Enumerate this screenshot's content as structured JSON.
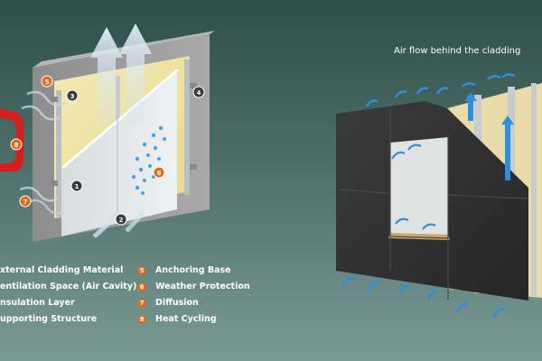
{
  "right_title": "Air flow behind the cladding",
  "badge_colors": {
    "dark": "#3a3a3a",
    "orange": "#e26a18"
  },
  "badges": [
    "1",
    "2",
    "3",
    "4",
    "5",
    "6",
    "7",
    "8"
  ],
  "legend_left": [
    {
      "text": "xternal Cladding Material"
    },
    {
      "text": "entilation Space (Air Cavity)"
    },
    {
      "text": "nsulation Layer"
    },
    {
      "text": "upporting Structure"
    }
  ],
  "legend_right": [
    {
      "num": "5",
      "text": "Anchoring Base"
    },
    {
      "num": "6",
      "text": "Weather Protection"
    },
    {
      "num": "7",
      "text": "Diffusion"
    },
    {
      "num": "8",
      "text": "Heat Cycling"
    }
  ],
  "icons": [
    "up-arrow-icon",
    "airflow-arrow-icon",
    "wind-arrow-icon",
    "heat-cycle-arrow-icon",
    "water-droplet-icon"
  ]
}
